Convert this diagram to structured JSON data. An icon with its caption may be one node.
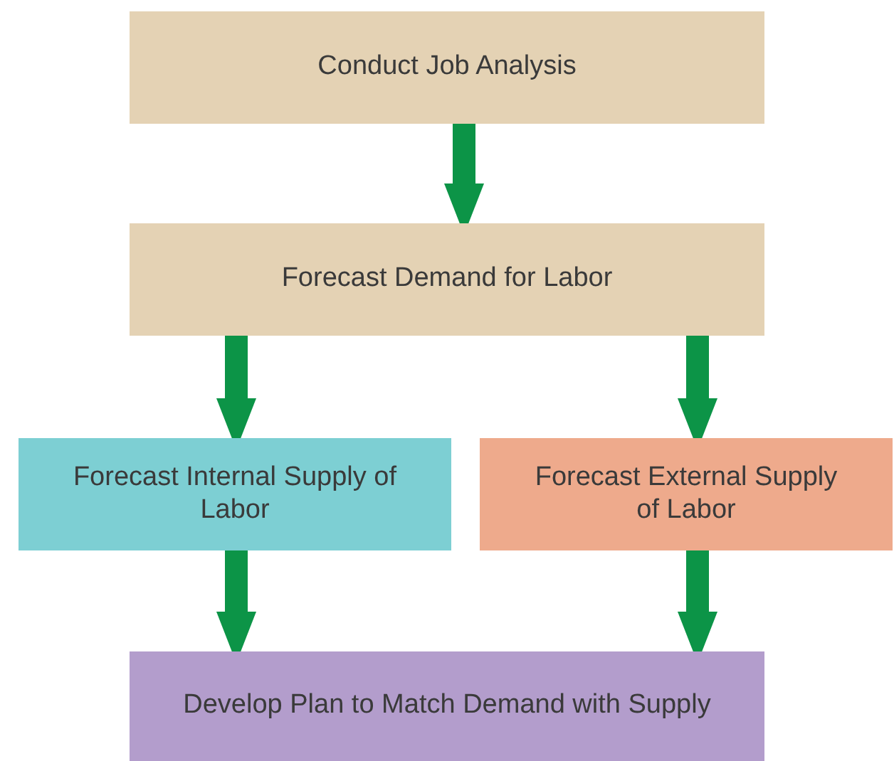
{
  "diagram": {
    "nodes": [
      {
        "text": [
          "Conduct Job Analysis"
        ]
      },
      {
        "text": [
          "Forecast Demand for Labor"
        ]
      },
      {
        "text": [
          "Forecast Internal Supply of Labor"
        ]
      },
      {
        "text": [
          "Forecast External Supply of Labor"
        ]
      },
      {
        "text": [
          "Develop Plan to Match Demand with Supply"
        ]
      }
    ],
    "edges": [
      {
        "from": 0,
        "to": 1,
        "arrow": "to"
      },
      {
        "from": 1,
        "to": 2,
        "arrow": "to"
      },
      {
        "from": 1,
        "to": 3,
        "arrow": "to"
      },
      {
        "from": 2,
        "to": 4,
        "arrow": "to"
      },
      {
        "from": 3,
        "to": 4,
        "arrow": "to"
      }
    ]
  }
}
